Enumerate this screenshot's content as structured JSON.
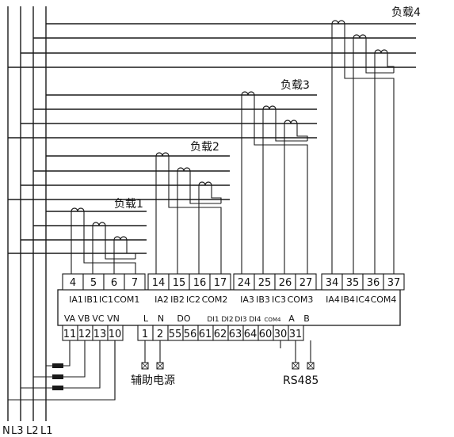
{
  "phase_labels": [
    "N",
    "L3",
    "L2",
    "L1"
  ],
  "loads": [
    "负载1",
    "负载2",
    "负载3",
    "负载4"
  ],
  "top_terminals": {
    "numbers": [
      "4",
      "5",
      "6",
      "7",
      "14",
      "15",
      "16",
      "17",
      "24",
      "25",
      "26",
      "27",
      "34",
      "35",
      "36",
      "37"
    ],
    "labels": [
      "IA1",
      "IB1",
      "IC1",
      "COM1",
      "IA2",
      "IB2",
      "IC2",
      "COM2",
      "IA3",
      "IB3",
      "IC3",
      "COM3",
      "IA4",
      "IB4",
      "IC4",
      "COM4"
    ]
  },
  "bottom_terminals": {
    "numbers": [
      "11",
      "12",
      "13",
      "10",
      "1",
      "2",
      "55",
      "56",
      "61",
      "62",
      "63",
      "64",
      "60",
      "30",
      "31"
    ],
    "labels": [
      "VA",
      "VB",
      "VC",
      "VN",
      "L",
      "N",
      "DO",
      "DI1",
      "DI2",
      "DI3",
      "DI4",
      "COM4",
      "A",
      "B"
    ]
  },
  "aux_power_label": "辅助电源",
  "rs485_label": "RS485"
}
